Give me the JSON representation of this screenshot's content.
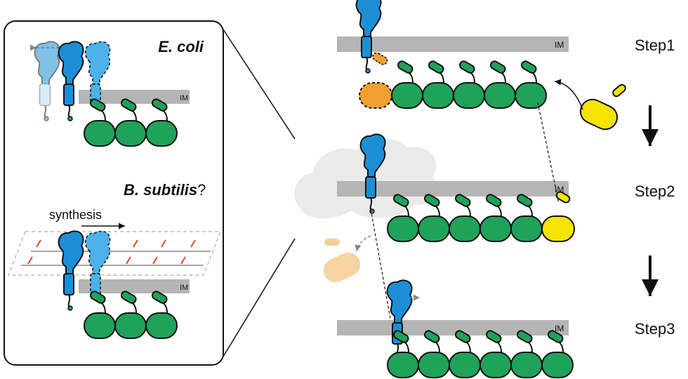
{
  "inset": {
    "ecoli_label": "E. coli",
    "bsub_label": "B. subtilis",
    "bsub_suffix": "?",
    "synthesis_label": "synthesis",
    "membrane_label_top": "IM",
    "membrane_label_bottom": "IM"
  },
  "steps": [
    {
      "label": "Step1",
      "membrane_label": "IM"
    },
    {
      "label": "Step2",
      "membrane_label": "IM"
    },
    {
      "label": "Step3",
      "membrane_label": "IM"
    }
  ],
  "colors": {
    "protein_blue": "#1b8fd6",
    "protein_light": "#b9dcf3",
    "filament_green": "#1fa25a",
    "new_subunit_yellow": "#f5e400",
    "old_subunit_orange": "#f0a030",
    "released_subunit": "#f6cf98",
    "membrane_grey": "#b5b5b5",
    "peptidoglycan_red": "#e0482a"
  }
}
